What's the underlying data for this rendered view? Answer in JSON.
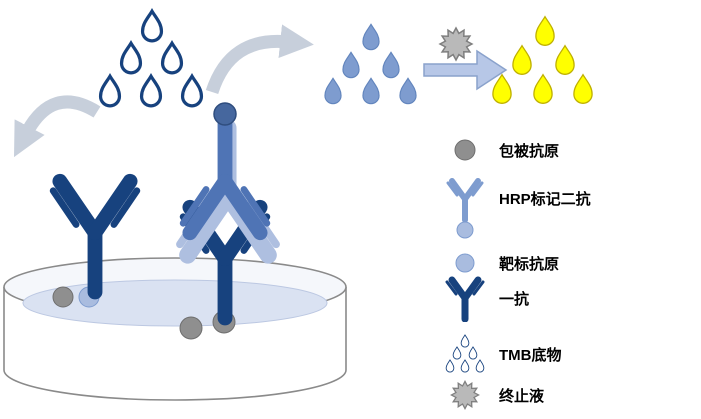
{
  "figure": {
    "name": "indirect-elisa-workflow-diagram",
    "steps": {
      "substrate_added": "TMB droplets added to well",
      "color_developed": "blue droplets",
      "stopped": "yellow droplets after stop solution"
    }
  },
  "colors": {
    "dark_blue": "#17427E",
    "light_blue": "#7E9CCF",
    "steel_blue": "#4F74B5",
    "pale_blue": "#AEBFE0",
    "yellow": "#FFFF00",
    "gray": "#8F8F8F",
    "arrow_gray": "#C7CFDB",
    "block_arrow": "#B7C7E7",
    "liquid": "#DAE2F2"
  },
  "legend": {
    "items": [
      {
        "icon": "coated-antigen-ball",
        "label": "包被抗原"
      },
      {
        "icon": "hrp-secondary-antibody",
        "label": "HRP标记二抗"
      },
      {
        "icon": "target-antigen-ball",
        "label": "靶标抗原"
      },
      {
        "icon": "primary-antibody",
        "label": "一抗"
      },
      {
        "icon": "tmb-substrate-droplets",
        "label": "TMB底物"
      },
      {
        "icon": "stop-solution-starburst",
        "label": "终止液"
      }
    ]
  }
}
